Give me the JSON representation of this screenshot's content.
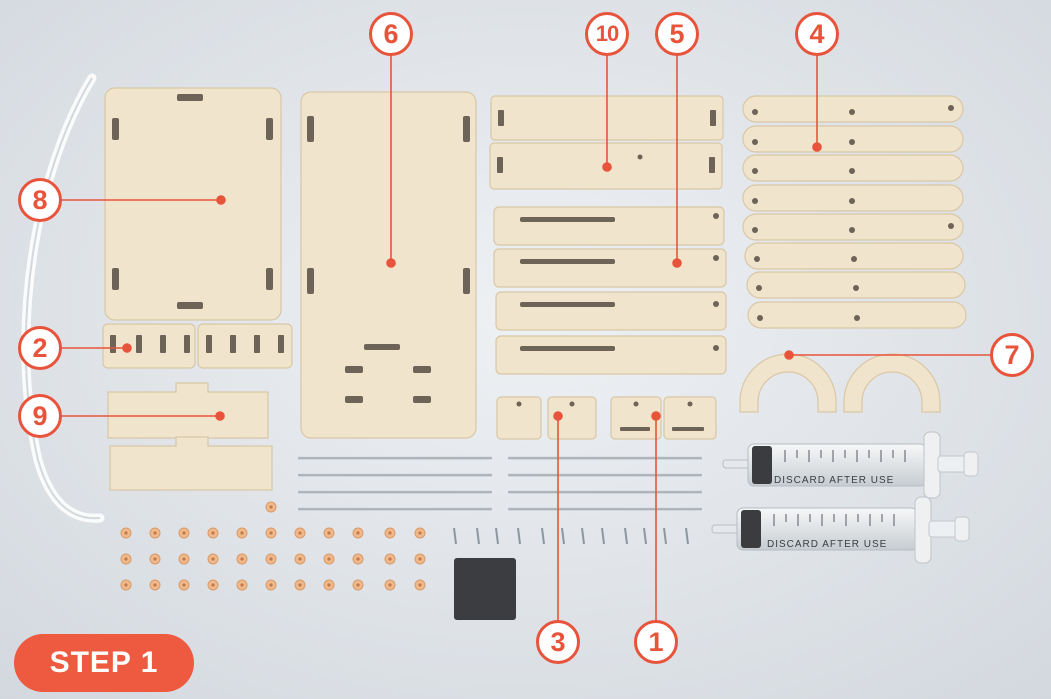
{
  "callouts": [
    {
      "id": "part-1",
      "label": "1"
    },
    {
      "id": "part-2",
      "label": "2"
    },
    {
      "id": "part-3",
      "label": "3"
    },
    {
      "id": "part-4",
      "label": "4"
    },
    {
      "id": "part-5",
      "label": "5"
    },
    {
      "id": "part-6",
      "label": "6"
    },
    {
      "id": "part-7",
      "label": "7"
    },
    {
      "id": "part-8",
      "label": "8"
    },
    {
      "id": "part-9",
      "label": "9"
    },
    {
      "id": "part-10",
      "label": "10"
    }
  ],
  "badge": {
    "label": "STEP 1"
  },
  "syringe": {
    "label": "DISCARD AFTER USE"
  },
  "colors": {
    "accent": "#e8543b",
    "badge": "#ee5a3f",
    "wood": "#f1e4cc",
    "background": "#dfe3e8"
  }
}
